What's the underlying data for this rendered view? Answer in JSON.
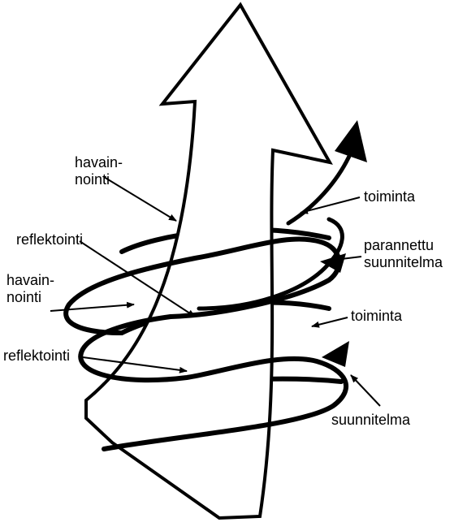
{
  "labels": {
    "havainnointi_top": [
      "havain-",
      "nointi"
    ],
    "reflektointi_top": "reflektointi",
    "havainnointi_mid": [
      "havain-",
      "nointi"
    ],
    "reflektointi_bottom": "reflektointi",
    "toiminta_top": "toiminta",
    "parannettu_suunnitelma": [
      "parannettu",
      "suunnitelma"
    ],
    "toiminta_mid": "toiminta",
    "suunnitelma": "suunnitelma"
  },
  "colors": {
    "line": "#000000",
    "fill": "#ffffff"
  }
}
